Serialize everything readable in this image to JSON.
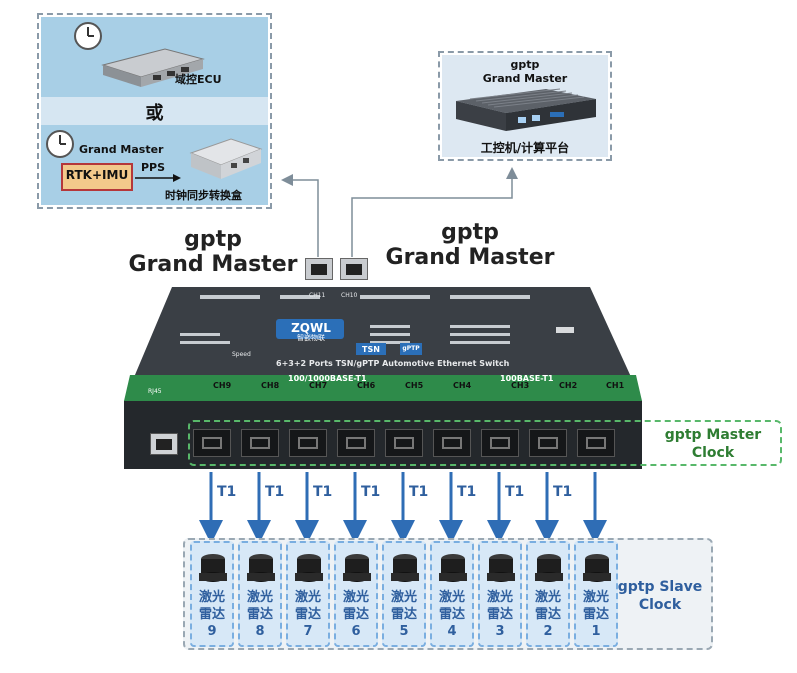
{
  "top_left": {
    "ecu_label": "域控ECU",
    "or_label": "或",
    "grand_master_label": "Grand Master",
    "rtk_label": "RTK+IMU",
    "pps_label": "PPS",
    "sync_box_label": "时钟同步转换盒"
  },
  "top_right": {
    "gptp_label": "gptp",
    "grand_master_label": "Grand Master",
    "pc_label": "工控机/计算平台"
  },
  "gm_left": {
    "line1": "gptp",
    "line2": "Grand Master"
  },
  "gm_right": {
    "line1": "gptp",
    "line2": "Grand Master"
  },
  "switch": {
    "brand": "ZQWL",
    "brand_cn": "智嵌物联",
    "tsn_badge": "TSN",
    "gptp_badge": "gPTP",
    "title": "6+3+2 Ports TSN/gPTP Automotive Ethernet Switch",
    "band_1000": "100/1000BASE-T1",
    "band_100": "100BASE-T1",
    "port_labels": [
      "CH9",
      "CH8",
      "CH7",
      "CH6",
      "CH5",
      "CH4",
      "CH3",
      "CH2",
      "CH1"
    ],
    "top_ch_labels": [
      "CH11",
      "CH10"
    ],
    "speed_label": "Speed",
    "rj45_label": "RJ45"
  },
  "master_clock": {
    "line1": "gptp Master",
    "line2": "Clock"
  },
  "link_label": "T1",
  "lidars": [
    {
      "line1": "激光",
      "line2": "雷达",
      "num": "9"
    },
    {
      "line1": "激光",
      "line2": "雷达",
      "num": "8"
    },
    {
      "line1": "激光",
      "line2": "雷达",
      "num": "7"
    },
    {
      "line1": "激光",
      "line2": "雷达",
      "num": "6"
    },
    {
      "line1": "激光",
      "line2": "雷达",
      "num": "5"
    },
    {
      "line1": "激光",
      "line2": "雷达",
      "num": "4"
    },
    {
      "line1": "激光",
      "line2": "雷达",
      "num": "3"
    },
    {
      "line1": "激光",
      "line2": "雷达",
      "num": "2"
    },
    {
      "line1": "激光",
      "line2": "雷达",
      "num": "1"
    }
  ],
  "slave_clock": {
    "line1": "gptp Slave",
    "line2": "Clock"
  },
  "colors": {
    "panel_blue": "#a8cfe6",
    "or_band": "#d6e6f2",
    "switch_body": "#2e3338",
    "green_band": "#2e8b4a",
    "arrow_blue": "#2f6db5",
    "label_blue": "#2f5f9e",
    "label_green": "#2e7d32",
    "lidar_box": "#d7e8f7"
  }
}
